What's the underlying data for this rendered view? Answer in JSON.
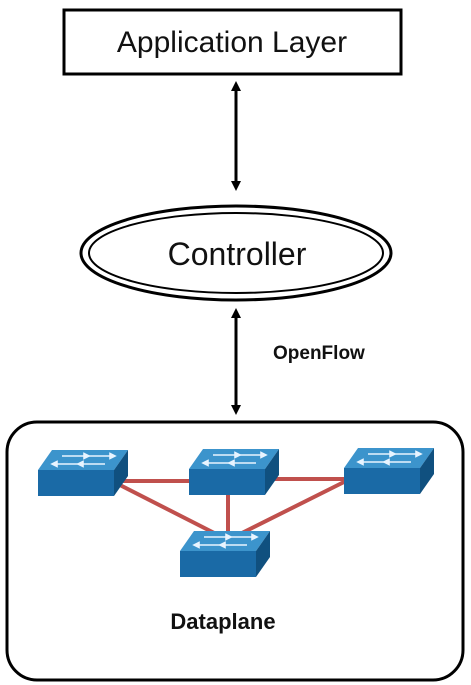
{
  "application_layer": {
    "label": "Application Layer"
  },
  "controller": {
    "label": "Controller"
  },
  "openflow": {
    "label": "OpenFlow"
  },
  "dataplane": {
    "label": "Dataplane",
    "switches": [
      {
        "id": "switch-left",
        "icon": "network-switch-icon"
      },
      {
        "id": "switch-center",
        "icon": "network-switch-icon"
      },
      {
        "id": "switch-right",
        "icon": "network-switch-icon"
      },
      {
        "id": "switch-bottom",
        "icon": "network-switch-icon"
      }
    ],
    "links": [
      [
        "switch-left",
        "switch-center"
      ],
      [
        "switch-center",
        "switch-right"
      ],
      [
        "switch-left",
        "switch-bottom"
      ],
      [
        "switch-right",
        "switch-bottom"
      ],
      [
        "switch-center",
        "switch-bottom"
      ]
    ]
  },
  "colors": {
    "border": "#000000",
    "link": "#c0504d",
    "switch_top": "#3c94cc",
    "switch_front": "#1a6aa6",
    "switch_side": "#10507f"
  }
}
